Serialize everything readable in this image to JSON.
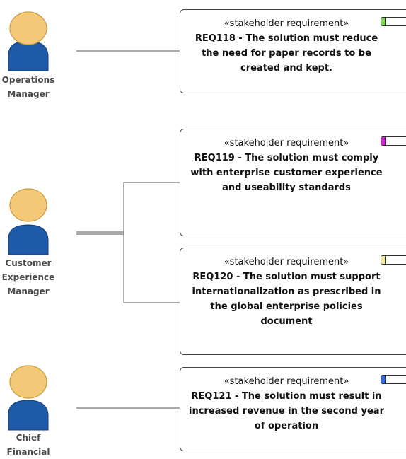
{
  "actors": [
    {
      "name_lines": [
        "Operations",
        "Manager"
      ]
    },
    {
      "name_lines": [
        "Customer",
        "Experience",
        "Manager"
      ]
    },
    {
      "name_lines": [
        "Chief",
        "Financial"
      ]
    }
  ],
  "requirements": [
    {
      "stereotype": "«stakeholder requirement»",
      "text": "REQ118 - The solution must reduce the need for paper records to be created and kept.",
      "icon": "requirement-icon",
      "color": "#7ed957"
    },
    {
      "stereotype": "«stakeholder requirement»",
      "text": "REQ119 - The solution must comply with enterprise customer experience and useability standards",
      "icon": "requirement-icon",
      "color": "#cc22cc"
    },
    {
      "stereotype": "«stakeholder requirement»",
      "text": "REQ120 - The solution must support internationalization as prescribed in the global enterprise policies document",
      "icon": "requirement-icon",
      "color": "#f3eca0"
    },
    {
      "stereotype": "«stakeholder requirement»",
      "text": "REQ121 - The solution must result in increased revenue in the second year of operation",
      "icon": "requirement-icon",
      "color": "#3366dd"
    }
  ],
  "colors": {
    "actor_head": "#f3c977",
    "actor_body": "#1e5aa8",
    "connector": "#777777"
  }
}
